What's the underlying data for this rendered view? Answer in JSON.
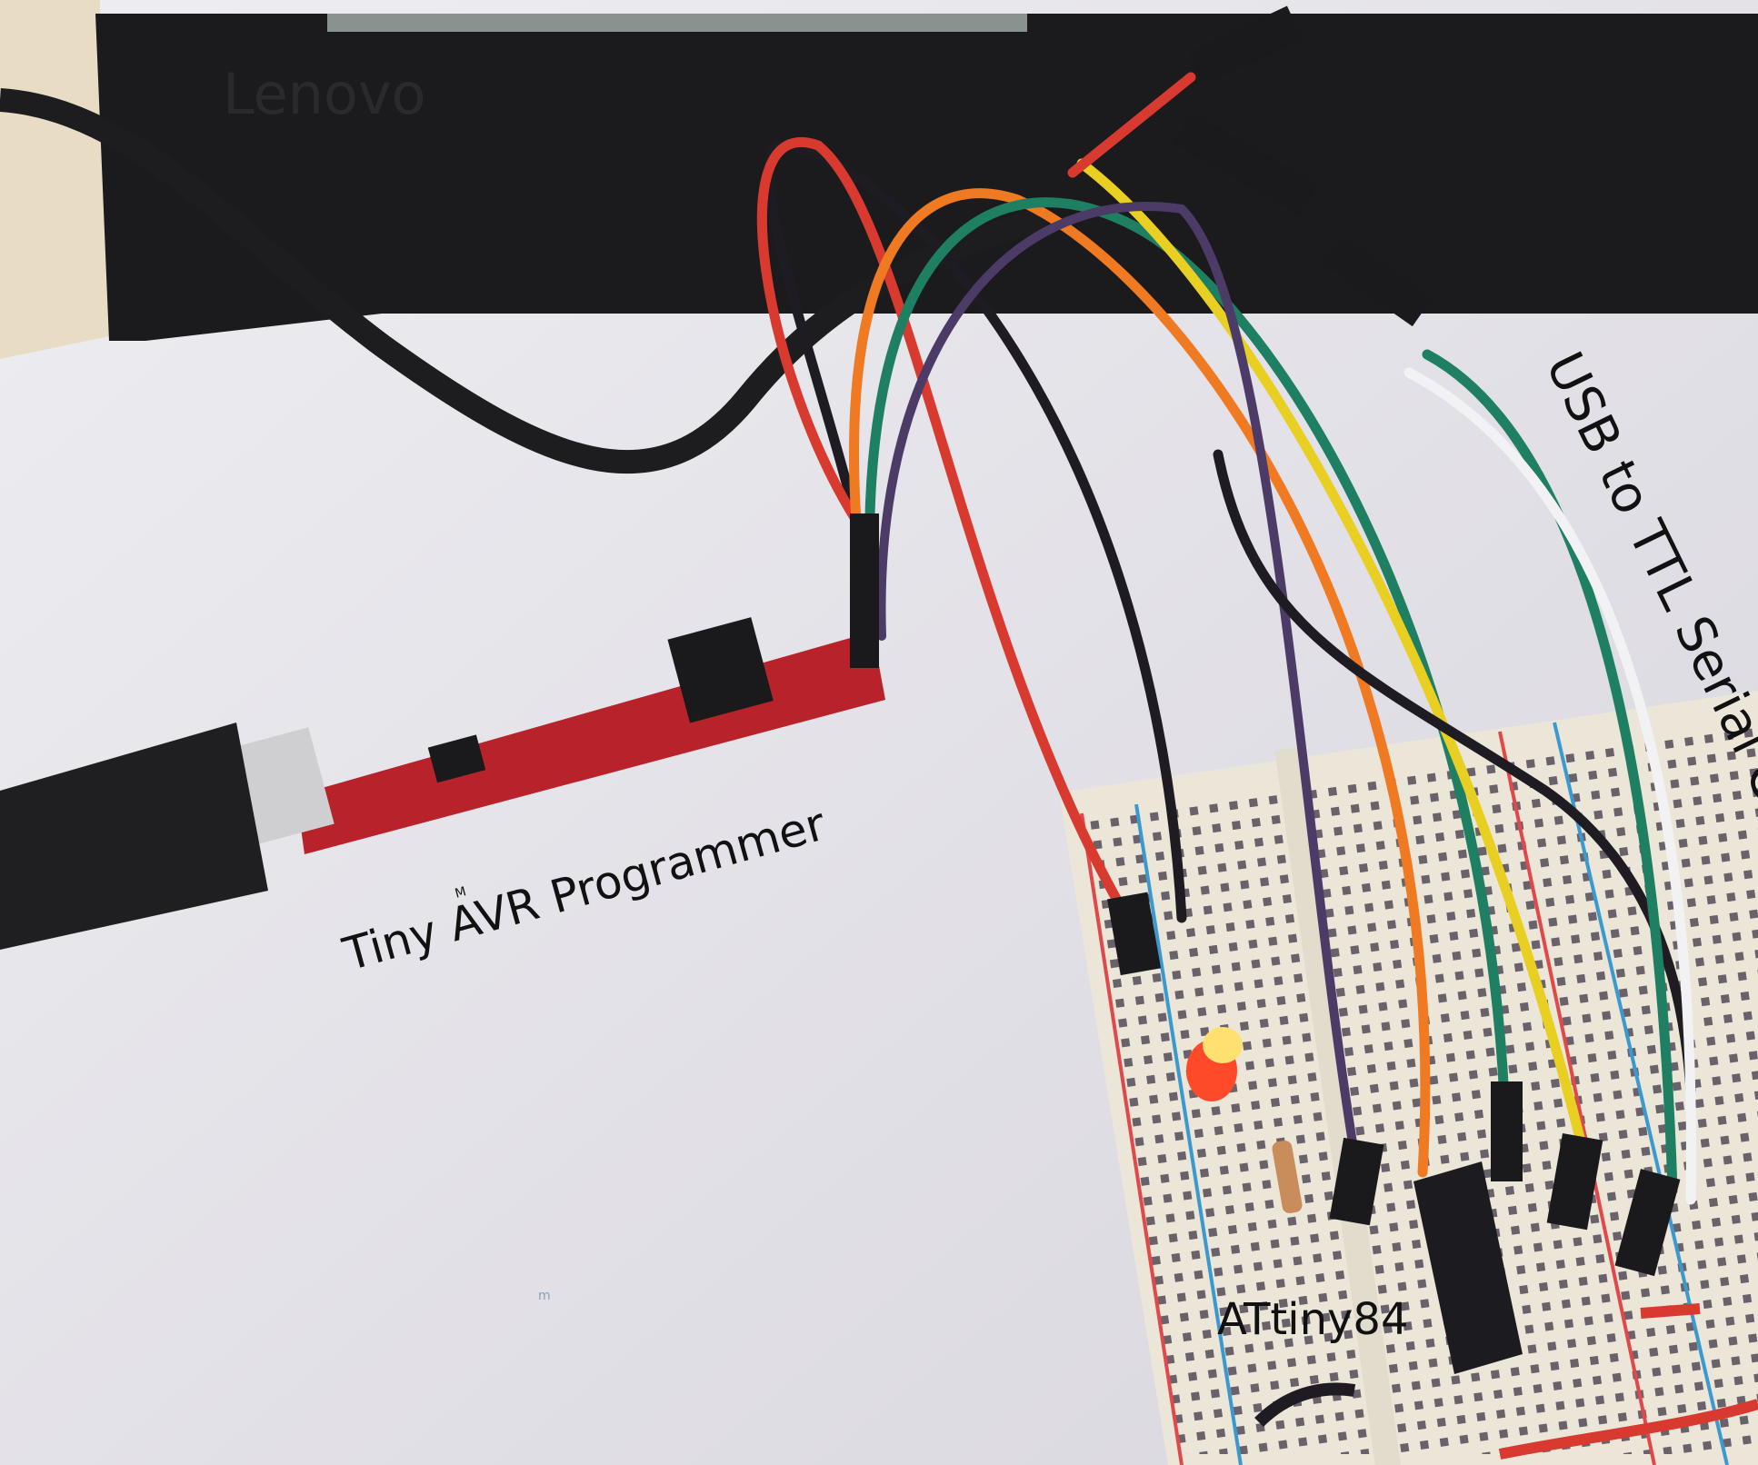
{
  "labels": {
    "programmer": "Tiny AVR Programmer",
    "programmer_mark": "M",
    "chip": "ATtiny84",
    "serial_cable": "USB to TTL Serial Cable",
    "stray_mark": "m"
  },
  "colors": {
    "paper": "#e4e2ea",
    "monitor": "#1b1b1d",
    "board_red": "#b8222a",
    "breadboard": "#ece6d8",
    "wire_red": "#d83a30",
    "wire_black": "#1e1c22",
    "wire_orange": "#f07a22",
    "wire_green": "#1f7f62",
    "wire_yellow": "#e8cf22",
    "wire_purple": "#4b3b66",
    "wire_white": "#f2f2f4",
    "led": "#ff4a2a"
  }
}
